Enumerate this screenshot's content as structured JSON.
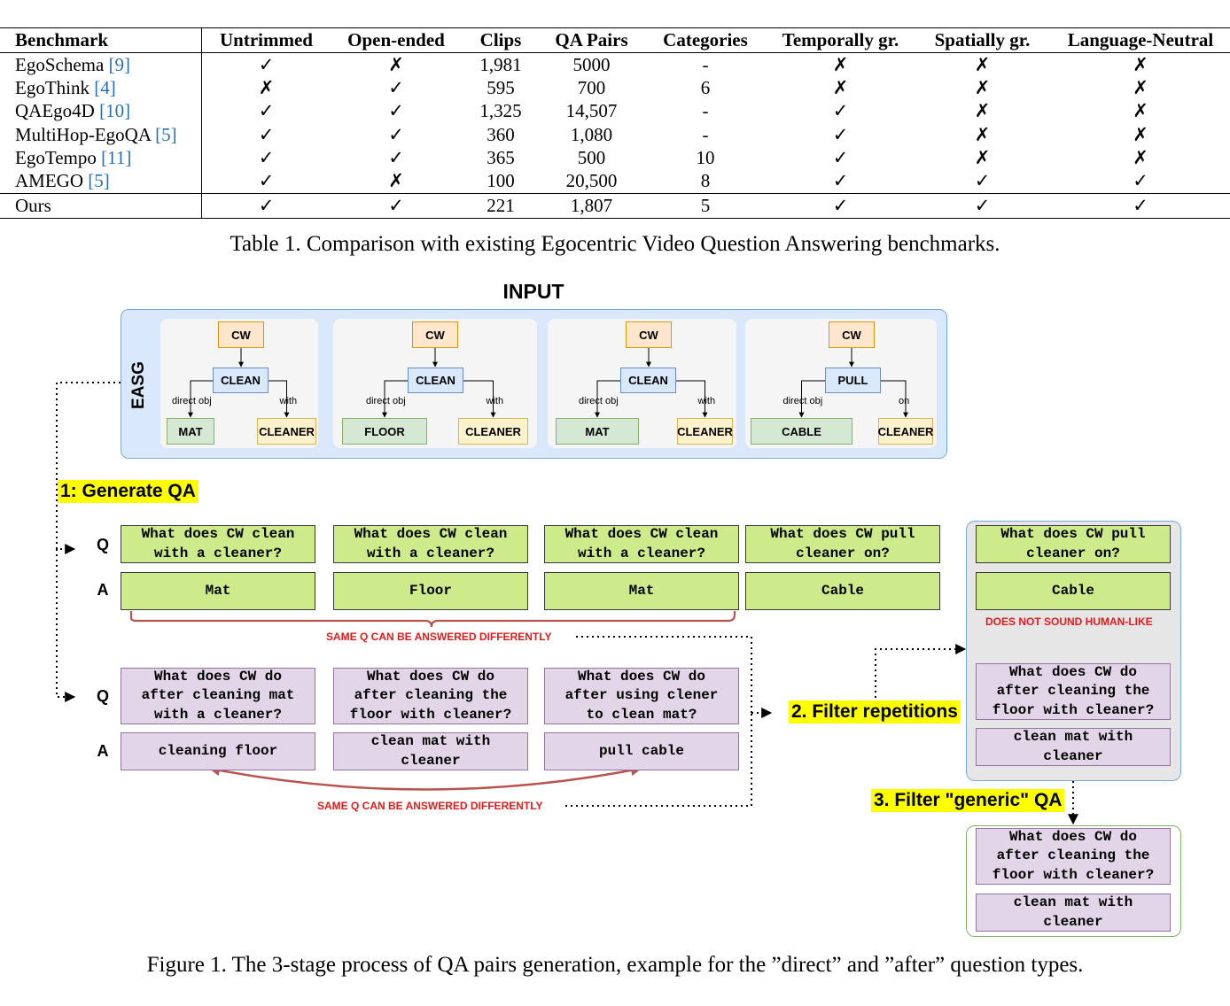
{
  "table": {
    "headers": [
      "Benchmark",
      "Untrimmed",
      "Open-ended",
      "Clips",
      "QA Pairs",
      "Categories",
      "Temporally gr.",
      "Spatially gr.",
      "Language-Neutral"
    ],
    "rows": [
      {
        "name": "EgoSchema",
        "ref": "[9]",
        "cells": [
          "✓",
          "✗",
          "1,981",
          "5000",
          "-",
          "✗",
          "✗",
          "✗"
        ]
      },
      {
        "name": "EgoThink",
        "ref": "[4]",
        "cells": [
          "✗",
          "✓",
          "595",
          "700",
          "6",
          "✗",
          "✗",
          "✗"
        ]
      },
      {
        "name": "QAEgo4D",
        "ref": "[10]",
        "cells": [
          "✓",
          "✓",
          "1,325",
          "14,507",
          "-",
          "✓",
          "✗",
          "✗"
        ]
      },
      {
        "name": "MultiHop-EgoQA",
        "ref": "[5]",
        "cells": [
          "✓",
          "✓",
          "360",
          "1,080",
          "-",
          "✓",
          "✗",
          "✗"
        ]
      },
      {
        "name": "EgoTempo",
        "ref": "[11]",
        "cells": [
          "✓",
          "✓",
          "365",
          "500",
          "10",
          "✓",
          "✗",
          "✗"
        ]
      },
      {
        "name": "AMEGO",
        "ref": "[5]",
        "cells": [
          "✓",
          "✗",
          "100",
          "20,500",
          "8",
          "✓",
          "✓",
          "✓"
        ]
      }
    ],
    "ours": {
      "name": "Ours",
      "cells": [
        "✓",
        "✓",
        "221",
        "1,807",
        "5",
        "✓",
        "✓",
        "✓"
      ]
    },
    "caption": "Table 1. Comparison with existing Egocentric Video Question Answering benchmarks."
  },
  "figure": {
    "input_title": "INPUT",
    "easg_label": "EASG",
    "graphs": [
      {
        "actor": "CW",
        "verb": "CLEAN",
        "left_edge": "direct obj",
        "right_edge": "with",
        "object": "MAT",
        "tool": "CLEANER"
      },
      {
        "actor": "CW",
        "verb": "CLEAN",
        "left_edge": "direct obj",
        "right_edge": "with",
        "object": "FLOOR",
        "tool": "CLEANER"
      },
      {
        "actor": "CW",
        "verb": "CLEAN",
        "left_edge": "direct obj",
        "right_edge": "with",
        "object": "MAT",
        "tool": "CLEANER"
      },
      {
        "actor": "CW",
        "verb": "PULL",
        "left_edge": "direct obj",
        "right_edge": "on",
        "object": "CABLE",
        "tool": "CLEANER"
      }
    ],
    "step1": "1: Generate QA",
    "step2": "2. Filter repetitions",
    "step3": "3. Filter \"generic\" QA",
    "q_label": "Q",
    "a_label": "A",
    "direct_q": [
      "What does CW clean\nwith a cleaner?",
      "What does CW clean\nwith a cleaner?",
      "What does CW clean\nwith a cleaner?",
      "What does CW pull\ncleaner on?"
    ],
    "direct_a": [
      "Mat",
      "Floor",
      "Mat",
      "Cable"
    ],
    "after_q": [
      "What does CW do\nafter cleaning mat\nwith a cleaner?",
      "What does CW do\nafter cleaning the\nfloor with cleaner?",
      "What does CW do\nafter using clener\nto clean mat?"
    ],
    "after_a": [
      "cleaning floor",
      "clean mat with\ncleaner",
      "pull cable"
    ],
    "same_q_note": "SAME Q CAN BE ANSWERED DIFFERENTLY",
    "filtered": {
      "q1": "What does CW pull\ncleaner on?",
      "a1": "Cable",
      "note": "DOES NOT SOUND HUMAN-LIKE",
      "q2": "What does CW do\nafter cleaning the\nfloor with cleaner?",
      "a2": "clean mat with\ncleaner"
    },
    "final": {
      "q": "What does CW do\nafter cleaning the\nfloor with cleaner?",
      "a": "clean mat with\ncleaner"
    },
    "caption": "Figure 1. The 3-stage process of QA pairs generation, example for the ”direct” and ”after” question types."
  },
  "colors": {
    "easg_bg": "#dae8fc",
    "q_green": "#cdeb8b",
    "qa_purple": "#e1d5e7",
    "highlight": "#ffff00",
    "annotation_red": "#e41a1c",
    "brace": "#b85450"
  }
}
